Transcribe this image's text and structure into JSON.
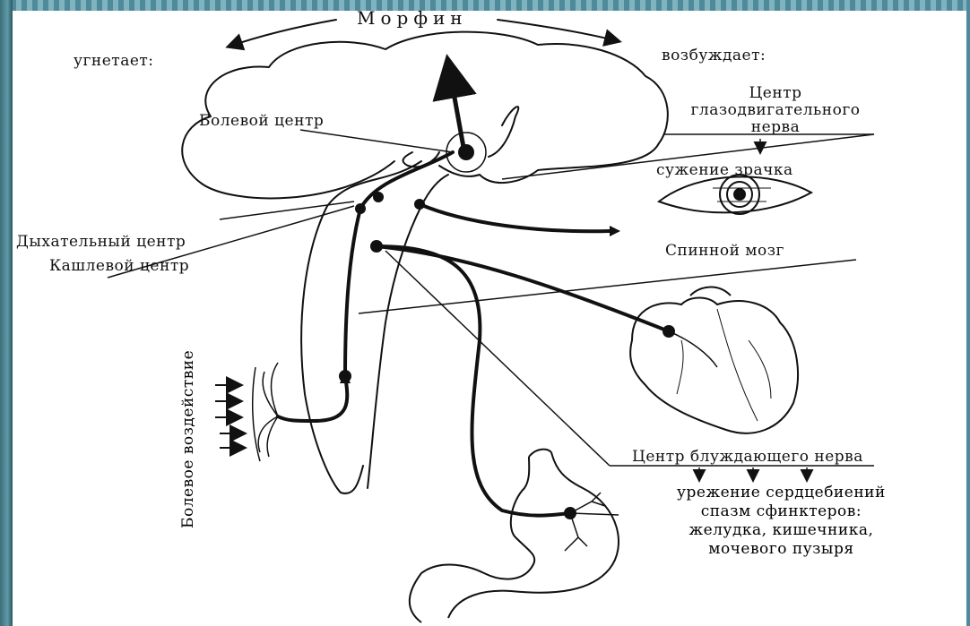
{
  "title": "Морфин",
  "left_heading": "угнетает:",
  "right_heading": "возбуждает:",
  "labels": {
    "pain_center": "Болевой центр",
    "oculomotor_center": [
      "Центр",
      "глазодвигательного",
      "нерва"
    ],
    "pupil_constriction": "сужение зрачка",
    "respiratory_center": "Дыхательный центр",
    "cough_center": "Кашлевой центр",
    "spinal_cord": "Спинной мозг",
    "pain_stimulus": "Болевое воздействие",
    "vagus_center": "Центр блуждающего нерва",
    "vagus_effects": [
      "урежение сердцебиений",
      "спазм сфинктеров:",
      "желудка, кишечника,",
      "мочевого пузыря"
    ]
  },
  "colors": {
    "frame": "#4f8a9a",
    "ink": "#111111",
    "background": "#ffffff"
  }
}
